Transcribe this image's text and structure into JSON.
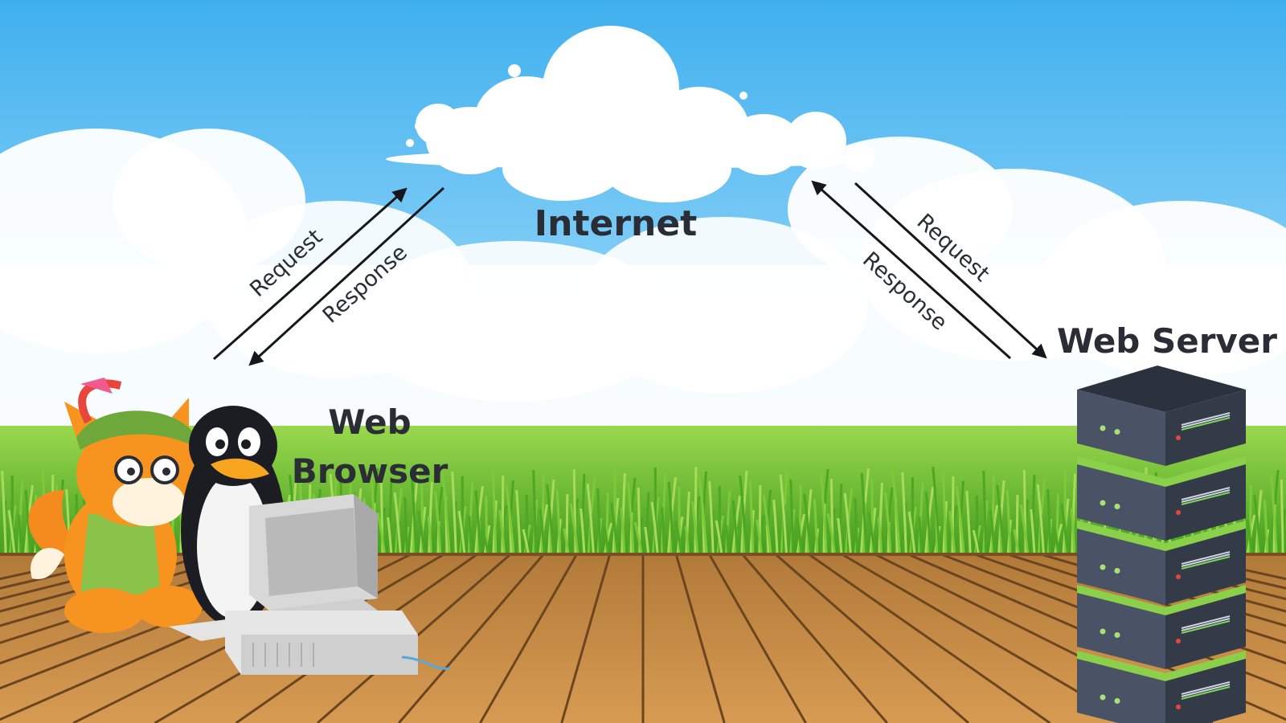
{
  "labels": {
    "internet": "Internet",
    "browser_line1": "Web",
    "browser_line2": "Browser",
    "server": "Web Server",
    "left_request": "Request",
    "left_response": "Response",
    "right_request": "Request",
    "right_response": "Response"
  },
  "icons": {
    "cloud": "cloud-icon",
    "fox": "fox-mascot-icon",
    "penguin": "penguin-mascot-icon",
    "computer": "computer-icon",
    "server": "server-rack-icon"
  },
  "colors": {
    "sky_top": "#4ab8f0",
    "sky_bottom": "#bfe6fb",
    "grass": "#5cb82a",
    "deck": "#c98d45",
    "text": "#2a2d36",
    "server_body": "#3d4556",
    "server_band": "#8ad04a"
  }
}
